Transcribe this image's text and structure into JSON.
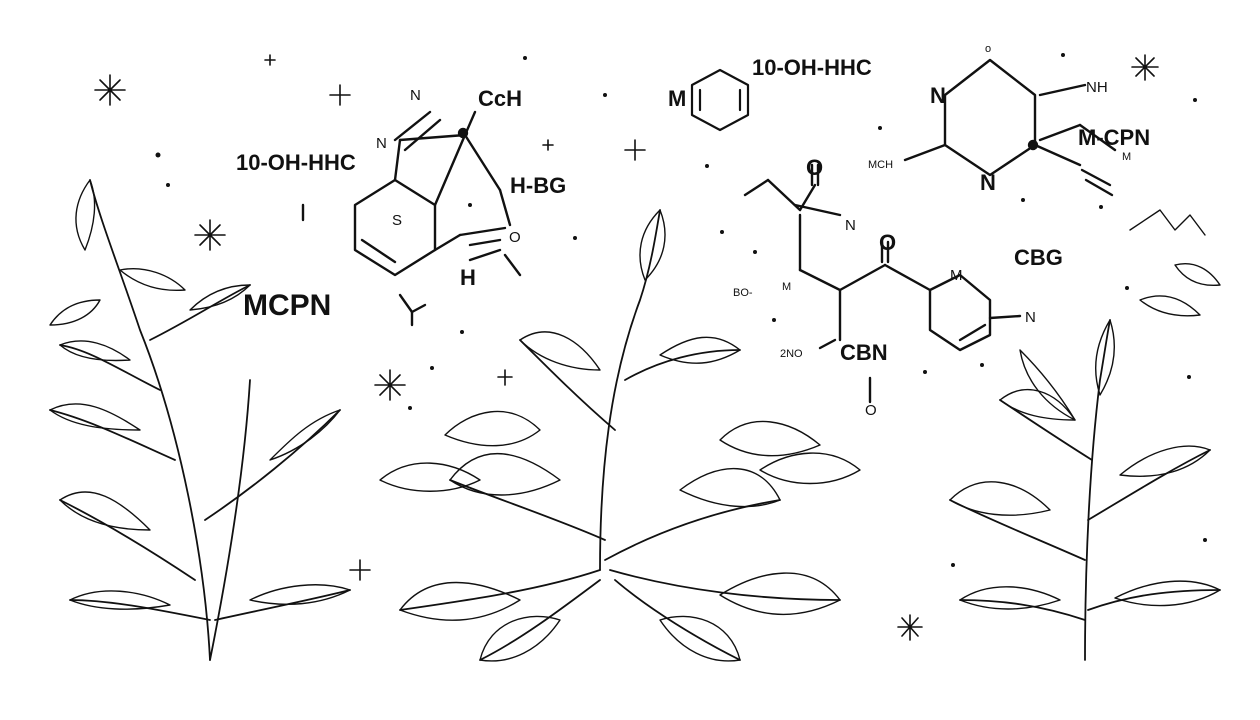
{
  "labels": {
    "ohhhc_left": "10-OH-HHC",
    "ohhhc_right": "10-OH-HHC",
    "mcpn_left": "MCPN",
    "mcpn_right": "M-CPN",
    "hbg": "H-BG",
    "cch": "CcH",
    "cbg": "CBG",
    "cbn": "CBN"
  },
  "atoms": {
    "n1": "N",
    "n2": "N",
    "s": "S",
    "o1": "O",
    "h": "H",
    "m1": "M",
    "n3": "N",
    "n4": "N",
    "nh": "NH",
    "mch": "MCH",
    "o2": "O",
    "n5": "N",
    "m2": "M",
    "m3": "M",
    "n6": "N",
    "o3": "O",
    "o4": "O",
    "zno": "2NO",
    "bo": "BO-",
    "m4": "M",
    "o5": "o"
  },
  "colors": {
    "ink": "#111111",
    "paper": "#ffffff"
  }
}
